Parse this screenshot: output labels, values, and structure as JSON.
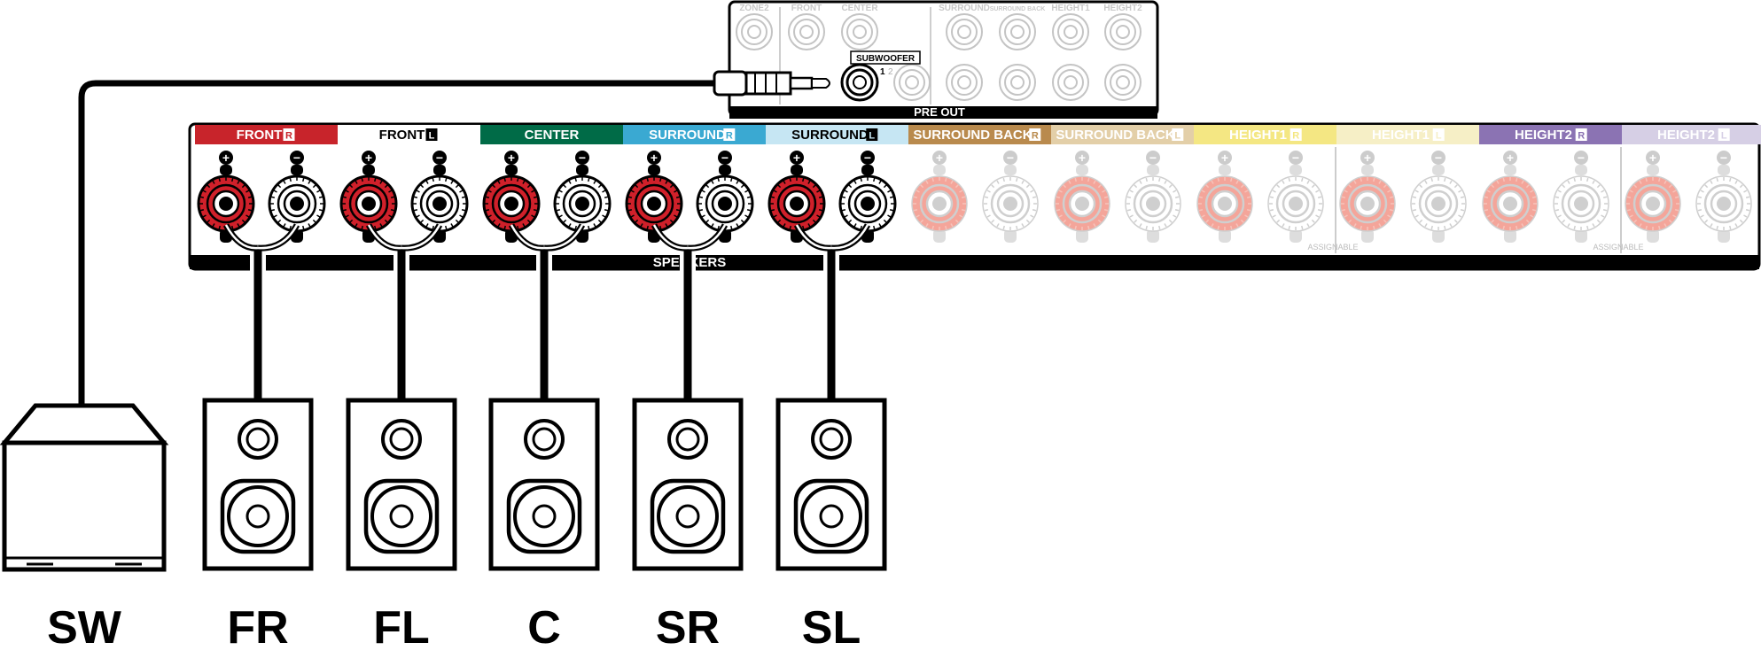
{
  "preout": {
    "title": "PRE OUT",
    "subwoofer_label": "SUBWOOFER",
    "sub_num_1": "1",
    "sub_num_2": "2",
    "labels": [
      "ZONE2",
      "FRONT",
      "CENTER",
      "SURROUND",
      "SURROUND BACK",
      "HEIGHT1",
      "HEIGHT2"
    ]
  },
  "speakers_panel": {
    "title": "SPEAKERS",
    "assignable_label": "ASSIGNABLE",
    "plus_symbol": "+",
    "minus_symbol": "−",
    "channels": [
      {
        "label": "FRONT",
        "side": "R",
        "color": "#c8242b",
        "text_color": "#ffffff",
        "active": true
      },
      {
        "label": "FRONT",
        "side": "L",
        "color": "#ffffff",
        "text_color": "#000000",
        "active": true
      },
      {
        "label": "CENTER",
        "side": "",
        "color": "#006b47",
        "text_color": "#ffffff",
        "active": true
      },
      {
        "label": "SURROUND",
        "side": "R",
        "color": "#3aa9d2",
        "text_color": "#ffffff",
        "active": true
      },
      {
        "label": "SURROUND",
        "side": "L",
        "color": "#c6e6f3",
        "text_color": "#000000",
        "active": true
      },
      {
        "label": "SURROUND BACK",
        "side": "R",
        "color": "#b98a4d",
        "text_color": "#ffffff",
        "active": false
      },
      {
        "label": "SURROUND BACK",
        "side": "L",
        "color": "#e3cfa8",
        "text_color": "#ffffff",
        "active": false
      },
      {
        "label": "HEIGHT1",
        "side": "R",
        "color": "#f4e783",
        "text_color": "#ffffff",
        "active": false
      },
      {
        "label": "HEIGHT1",
        "side": "L",
        "color": "#f6efc6",
        "text_color": "#ffffff",
        "active": false
      },
      {
        "label": "HEIGHT2",
        "side": "R",
        "color": "#8b73b3",
        "text_color": "#ffffff",
        "active": false
      },
      {
        "label": "HEIGHT2",
        "side": "L",
        "color": "#d6cfe5",
        "text_color": "#ffffff",
        "active": false
      }
    ]
  },
  "speakers": [
    "SW",
    "FR",
    "FL",
    "C",
    "SR",
    "SL"
  ],
  "colors": {
    "red_terminal": "#d0202a",
    "faded_red_terminal": "#f4a59a",
    "line": "#000000"
  }
}
